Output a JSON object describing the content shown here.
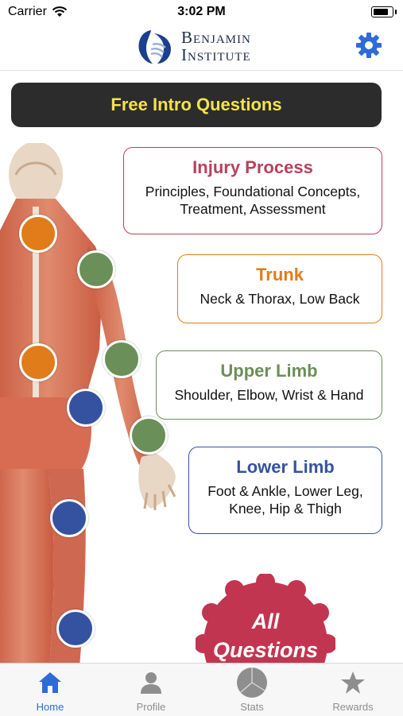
{
  "status": {
    "carrier": "Carrier",
    "time": "3:02 PM"
  },
  "header": {
    "logo_line1": "Benjamin",
    "logo_line2": "Institute"
  },
  "banner": {
    "label": "Free Intro Questions"
  },
  "categories": [
    {
      "title": "Injury Process",
      "subtitle": "Principles, Foundational Concepts, Treatment, Assessment"
    },
    {
      "title": "Trunk",
      "subtitle": "Neck & Thorax, Low Back"
    },
    {
      "title": "Upper Limb",
      "subtitle": "Shoulder, Elbow, Wrist & Hand"
    },
    {
      "title": "Lower Limb",
      "subtitle": "Foot & Ankle, Lower Leg, Knee, Hip & Thigh"
    }
  ],
  "all_questions": {
    "line1": "All",
    "line2": "Questions"
  },
  "tabs": [
    {
      "label": "Home",
      "icon": "home-icon",
      "active": true
    },
    {
      "label": "Profile",
      "icon": "profile-icon",
      "active": false
    },
    {
      "label": "Stats",
      "icon": "stats-icon",
      "active": false
    },
    {
      "label": "Rewards",
      "icon": "star-icon",
      "active": false
    }
  ],
  "colors": {
    "injury": "#b8405e",
    "trunk": "#e07c1a",
    "upper": "#6b8f58",
    "lower": "#3552a0",
    "banner_text": "#f4e34a",
    "active_tab": "#2f6bd8"
  }
}
